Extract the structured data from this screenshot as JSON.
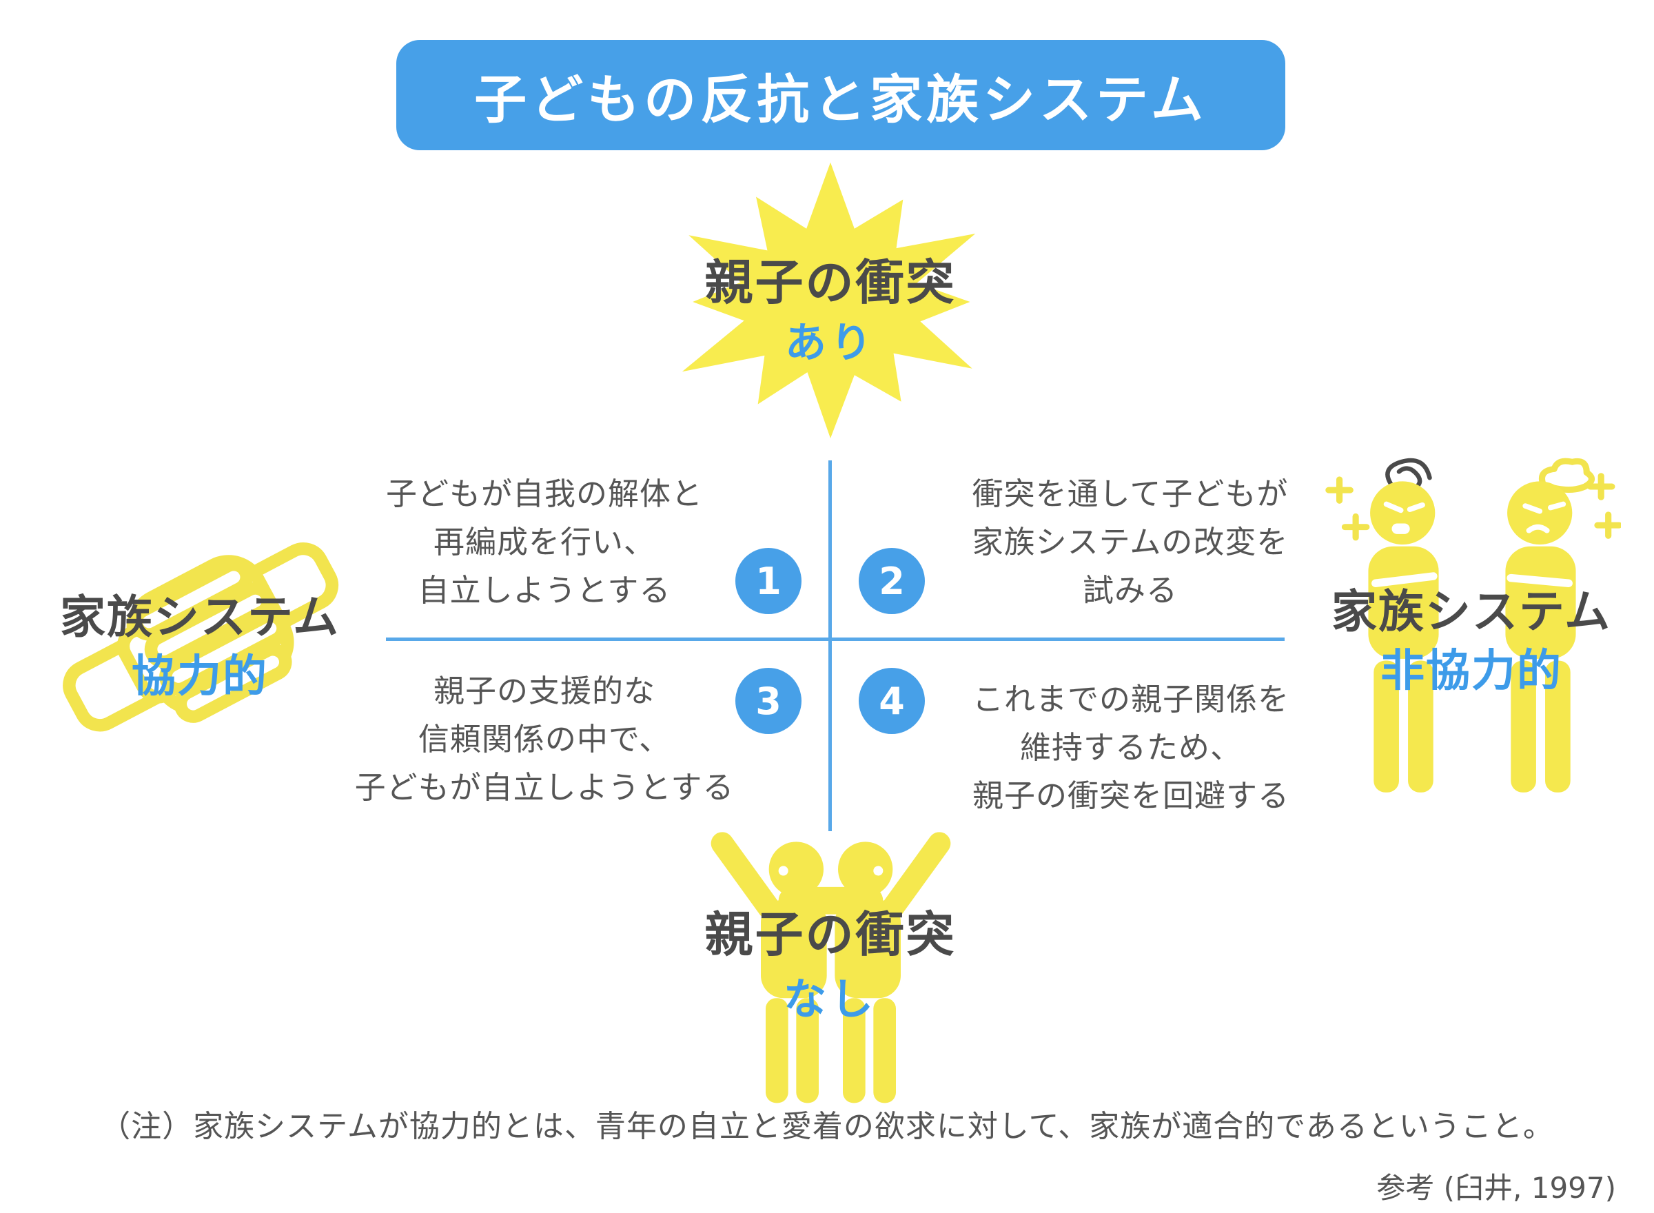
{
  "title": "子どもの反抗と家族システム",
  "colors": {
    "accent_blue": "#47a0e8",
    "value_blue": "#3d9be9",
    "accent_yellow": "#f5e84e",
    "heading_text": "#4a4a4a",
    "body_text": "#555555"
  },
  "axis_top": {
    "label": "親子の衝突",
    "value": "あり"
  },
  "axis_bottom": {
    "label": "親子の衝突",
    "value": "なし"
  },
  "axis_left": {
    "label": "家族システム",
    "value": "協力的"
  },
  "axis_right": {
    "label": "家族システム",
    "value": "非協力的"
  },
  "quadrants": [
    {
      "number": "1",
      "lines": [
        "子どもが自我の解体と",
        "再編成を行い、",
        "自立しようとする"
      ]
    },
    {
      "number": "2",
      "lines": [
        "衝突を通して子どもが",
        "家族システムの改変を",
        "試みる"
      ]
    },
    {
      "number": "3",
      "lines": [
        "親子の支援的な",
        "信頼関係の中で、",
        "子どもが自立しようとする"
      ]
    },
    {
      "number": "4",
      "lines": [
        "これまでの親子関係を",
        "維持するため、",
        "親子の衝突を回避する"
      ]
    }
  ],
  "note": "（注）家族システムが協力的とは、青年の自立と愛着の欲求に対して、家族が適合的であるということ。",
  "reference": "参考 (臼井, 1997)",
  "icons": {
    "top": "starburst-icon",
    "left": "handshake-icon",
    "right": "angry-pair-icon",
    "bottom": "friends-pair-icon"
  }
}
